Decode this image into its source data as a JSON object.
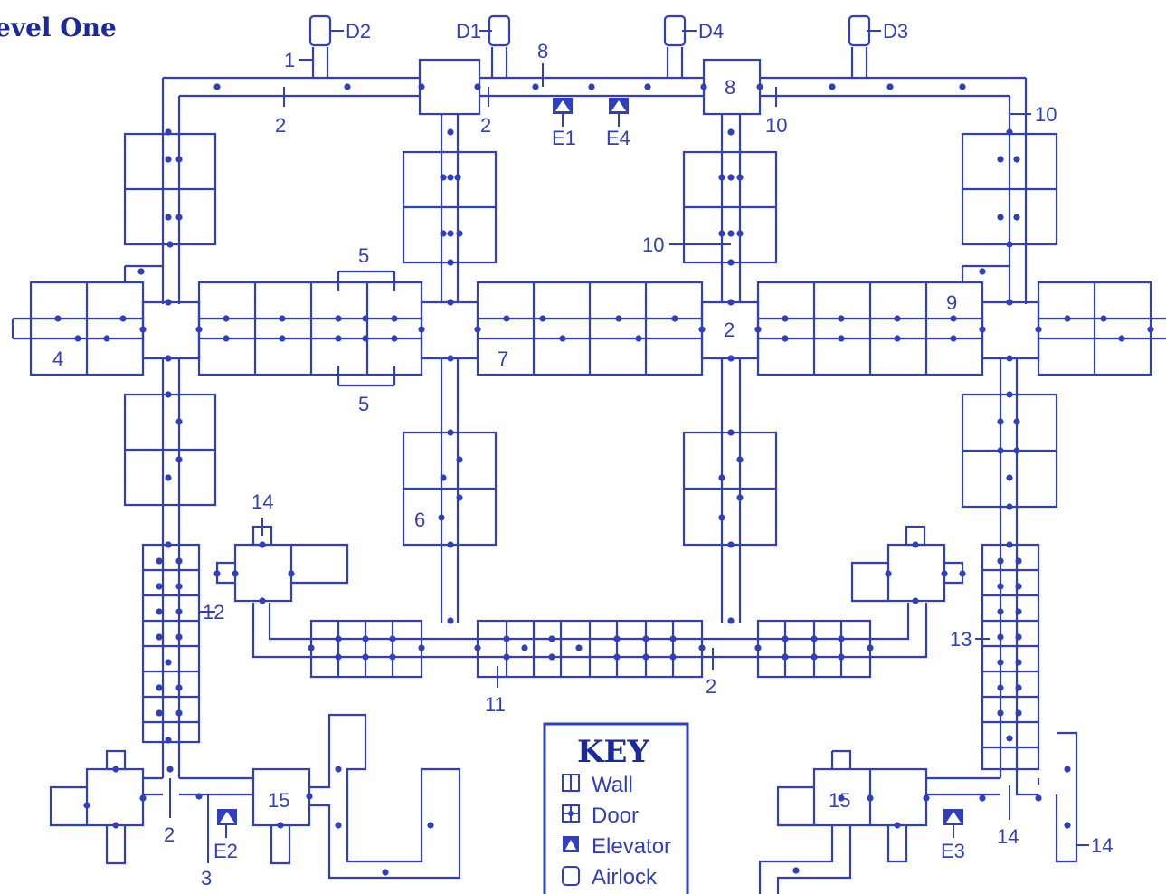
{
  "title": "evel One",
  "colors": {
    "line": "#2f3fbf",
    "text": "#1b2a9a",
    "background": "#ffffff"
  },
  "labels": {
    "d1": "D1",
    "d2": "D2",
    "d3": "D3",
    "d4": "D4",
    "e1": "E1",
    "e2": "E2",
    "e3": "E3",
    "e4": "E4",
    "n1": "1",
    "n2a": "2",
    "n2b": "2",
    "n2c": "2",
    "n2d": "2",
    "n2e": "2",
    "n3": "3",
    "n4": "4",
    "n5a": "5",
    "n5b": "5",
    "n6": "6",
    "n7": "7",
    "n8a": "8",
    "n8b": "8",
    "n9": "9",
    "n10a": "10",
    "n10b": "10",
    "n10c": "10",
    "n11": "11",
    "n12": "12",
    "n13": "13",
    "n14a": "14",
    "n14b": "14",
    "n14c": "14",
    "n15a": "15",
    "n15b": "15"
  },
  "key": {
    "heading": "KEY",
    "items": [
      {
        "label": "Wall",
        "icon": "wall-icon"
      },
      {
        "label": "Door",
        "icon": "door-icon"
      },
      {
        "label": "Elevator",
        "icon": "elevator-icon"
      },
      {
        "label": "Airlock",
        "icon": "airlock-icon"
      }
    ]
  }
}
